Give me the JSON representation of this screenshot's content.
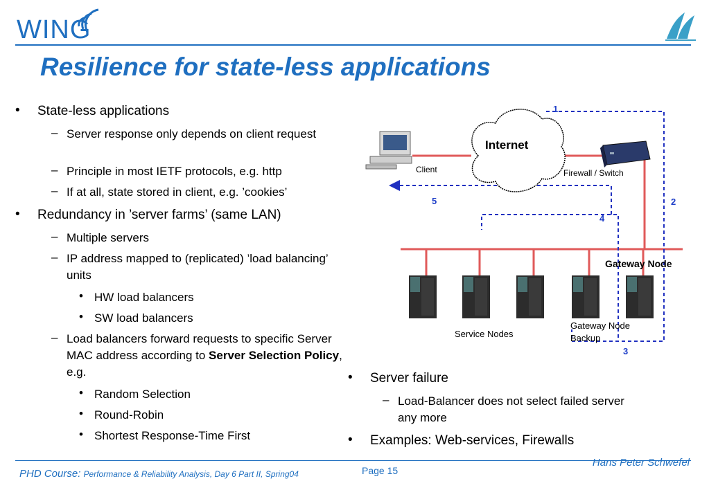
{
  "header": {
    "logo_text": "WING",
    "title": "Resilience for state-less applications"
  },
  "left_bullets": [
    {
      "text": "State-less applications"
    },
    {
      "text": "Server response only depends on client request"
    },
    {
      "text": "Principle in most IETF protocols, e.g. http"
    },
    {
      "text": "If at all, state stored in client, e.g. ’cookies’"
    },
    {
      "text": "Redundancy in ’server farms’ (same LAN)"
    },
    {
      "text": "Multiple servers"
    },
    {
      "text": "IP address mapped to (replicated) ’load balancing’ units"
    },
    {
      "text": "HW load balancers"
    },
    {
      "text": "SW load balancers"
    },
    {
      "text_pre": "Load balancers forward requests to specific Server MAC address according to ",
      "text_bold": "Server Selection Policy",
      "text_post": ", e.g."
    },
    {
      "text": "Random Selection"
    },
    {
      "text": "Round-Robin"
    },
    {
      "text": "Shortest Response-Time First"
    }
  ],
  "right_bullets": [
    {
      "text": "Server failure"
    },
    {
      "text": "Load-Balancer does not select failed server any more"
    },
    {
      "text": "Examples: Web-services, Firewalls"
    }
  ],
  "bullet_chars": {
    "level1": "•",
    "level2": "–",
    "level3": "•"
  },
  "diagram": {
    "internet_label": "Internet",
    "client_label": "Client",
    "firewall_label": "Firewall / Switch",
    "gateway_label": "Gateway Node",
    "gateway_backup_label_1": "Gateway Node",
    "gateway_backup_label_2": "Backup",
    "service_nodes_label": "Service Nodes",
    "step_numbers": [
      "1",
      "2",
      "3",
      "4",
      "5"
    ],
    "colors": {
      "lan": "#e05a5a",
      "path": "#2030c0",
      "accent": "#1f6fc0"
    }
  },
  "footer": {
    "author": "Hans Peter Schwefel",
    "course_label": "PHD Course:",
    "course_detail": "Performance & Reliability Analysis, Day 6 Part II, Spring04",
    "page": "Page 15"
  }
}
